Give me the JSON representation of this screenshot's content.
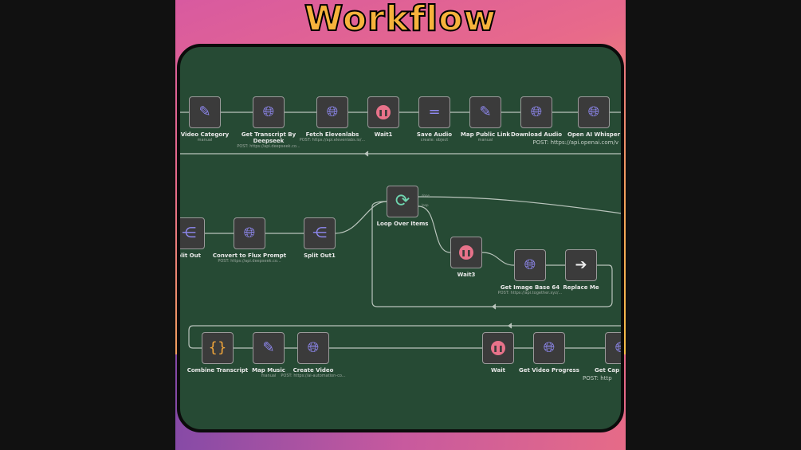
{
  "title": "Workflow",
  "row1": [
    {
      "label": "Video Category",
      "sub": "manual",
      "icon": "pencil-icon"
    },
    {
      "label": "Get Transcript By Deepseek",
      "sub": "POST: https://api.deepseek.co...",
      "icon": "globe-icon"
    },
    {
      "label": "Fetch Elevenlabs",
      "sub": "POST: https://api.elevenlabs.io/...",
      "icon": "globe-icon"
    },
    {
      "label": "Wait1",
      "sub": "",
      "icon": "pause-icon"
    },
    {
      "label": "Save Audio",
      "sub": "create: object",
      "icon": "equals-icon"
    },
    {
      "label": "Map Public Link",
      "sub": "manual",
      "icon": "pencil-icon"
    },
    {
      "label": "Download Audio",
      "sub": "",
      "icon": "globe-icon"
    },
    {
      "label": "Open AI Whisper",
      "sub": "POST: https://api.openai.com/v",
      "icon": "globe-icon"
    }
  ],
  "row2": [
    {
      "label": "plit Out",
      "sub": "",
      "icon": "split-icon"
    },
    {
      "label": "Convert to Flux Prompt",
      "sub": "POST: https://api.deepseek.co...",
      "icon": "globe-icon"
    },
    {
      "label": "Split Out1",
      "sub": "",
      "icon": "split-icon"
    },
    {
      "label": "Loop Over Items",
      "sub": "",
      "icon": "loop-icon",
      "outputs": [
        "done",
        "loop"
      ]
    },
    {
      "label": "Wait3",
      "sub": "",
      "icon": "pause-icon"
    },
    {
      "label": "Get Image Base 64",
      "sub": "POST: https://api.together.xyz/...",
      "icon": "globe-icon"
    },
    {
      "label": "Replace Me",
      "sub": "",
      "icon": "arrow-right-icon"
    }
  ],
  "row3": [
    {
      "label": "Combine Transcript",
      "sub": "",
      "icon": "braces-icon"
    },
    {
      "label": "Map Music",
      "sub": "manual",
      "icon": "pencil-icon"
    },
    {
      "label": "Create Video",
      "sub": "POST: https://ai-automation-co...",
      "icon": "globe-icon"
    },
    {
      "label": "Wait",
      "sub": "",
      "icon": "pause-icon"
    },
    {
      "label": "Get Video Progress",
      "sub": "",
      "icon": "globe-icon"
    },
    {
      "label": "Get Cap",
      "sub": "POST: http",
      "icon": "globe-icon"
    }
  ],
  "colors": {
    "canvas": "#264a34",
    "node": "#3b3b3b",
    "accent": "#8f88f0",
    "pause": "#e8728a",
    "loop": "#6fd6b0",
    "braces": "#f0a53a"
  }
}
